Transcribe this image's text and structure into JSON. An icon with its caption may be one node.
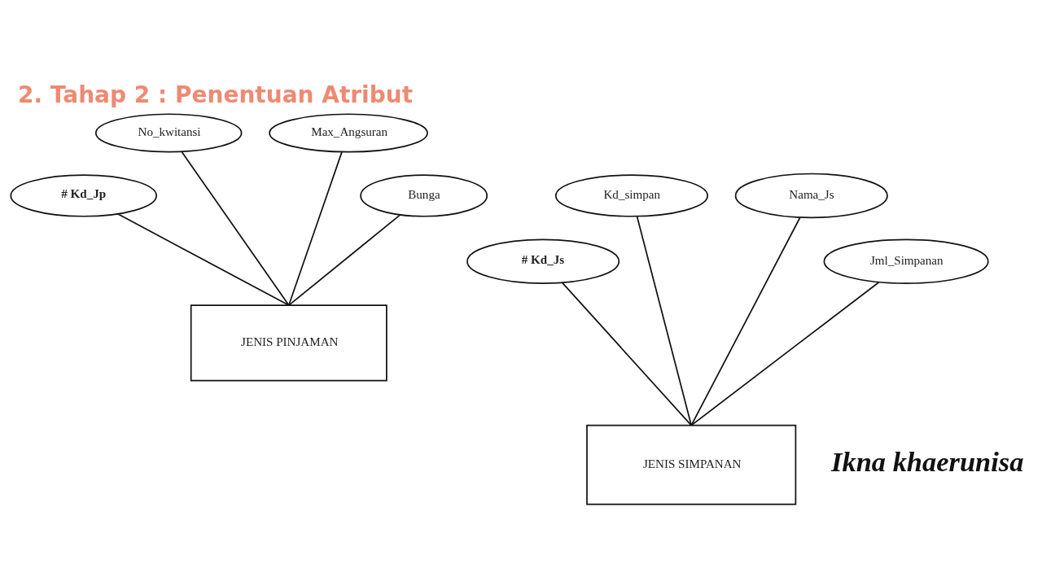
{
  "diagram": {
    "title": "2. Tahap 2 : Penentuan Atribut",
    "nodes": [
      {
        "text": [
          "No_kwitansi"
        ]
      },
      {
        "text": [
          "Max_Angsuran"
        ]
      },
      {
        "text": [
          "# Kd_Jp"
        ]
      },
      {
        "text": [
          "Bunga"
        ]
      },
      {
        "text": [
          "JENIS PINJAMAN"
        ]
      },
      {
        "text": [
          "Kd_simpan"
        ]
      },
      {
        "text": [
          "Nama_Js"
        ]
      },
      {
        "text": [
          "# Kd_Js"
        ]
      },
      {
        "text": [
          "Jml_Simpanan"
        ]
      },
      {
        "text": [
          "JENIS SIMPANAN"
        ]
      }
    ],
    "edges": [
      {
        "from": 2,
        "to": 4,
        "arrow": "none"
      },
      {
        "from": 0,
        "to": 4,
        "arrow": "none"
      },
      {
        "from": 1,
        "to": 4,
        "arrow": "none"
      },
      {
        "from": 3,
        "to": 4,
        "arrow": "none"
      },
      {
        "from": 7,
        "to": 9,
        "arrow": "none"
      },
      {
        "from": 5,
        "to": 9,
        "arrow": "none"
      },
      {
        "from": 6,
        "to": 9,
        "arrow": "none"
      },
      {
        "from": 8,
        "to": 9,
        "arrow": "none"
      }
    ],
    "labels": [
      "Ikna khaerunisa"
    ]
  }
}
